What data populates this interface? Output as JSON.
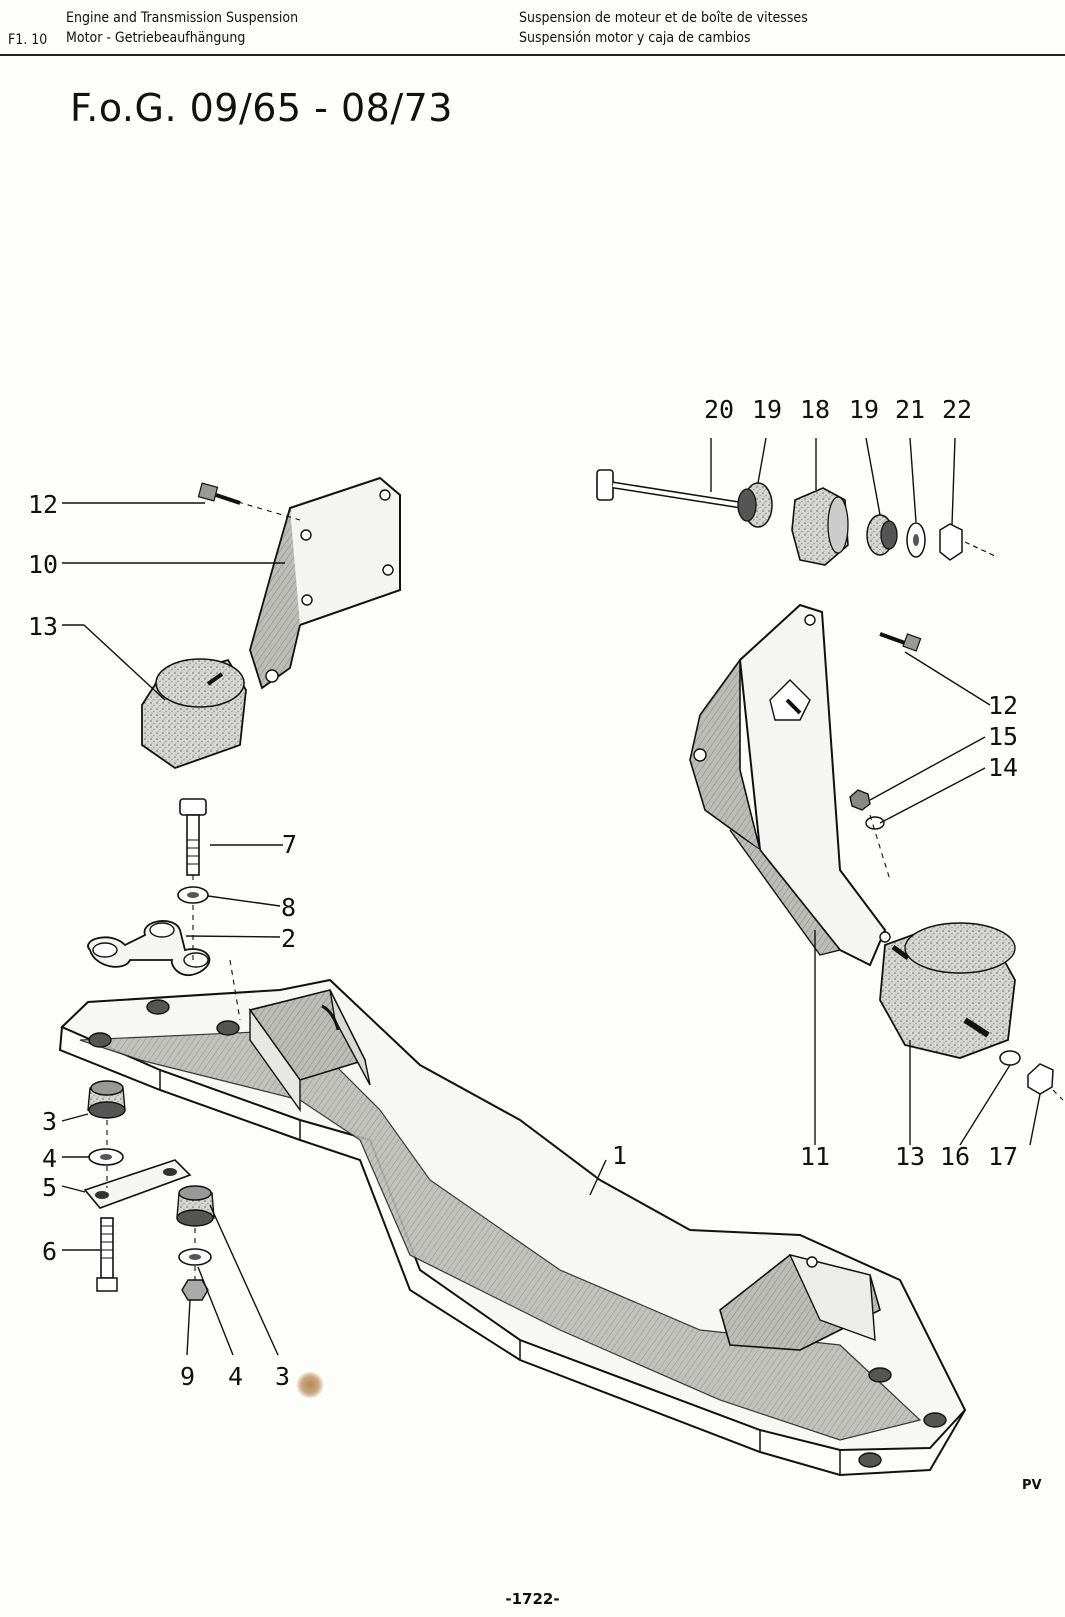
{
  "header": {
    "section_code": "F1. 10",
    "left_line1": "Engine and Transmission Suspension",
    "left_line2": "Motor - Getriebeaufhängung",
    "right_line1": "Suspension de moteur et de boîte de vitesses",
    "right_line2": "Suspensión motor y caja de cambios"
  },
  "diagram_title": "F.o.G. 09/65 - 08/73",
  "callouts": {
    "c1": "1",
    "c2": "2",
    "c3a": "3",
    "c3b": "3",
    "c4a": "4",
    "c4b": "4",
    "c5": "5",
    "c6": "6",
    "c7": "7",
    "c8": "8",
    "c9": "9",
    "c10": "10",
    "c11": "11",
    "c12a": "12",
    "c12b": "12",
    "c13a": "13",
    "c13b": "13",
    "c14": "14",
    "c15": "15",
    "c16": "16",
    "c17": "17",
    "c18": "18",
    "c19a": "19",
    "c19b": "19",
    "c20": "20",
    "c21": "21",
    "c22": "22"
  },
  "footer": {
    "page_number": "-1722-",
    "mark": "PV"
  }
}
